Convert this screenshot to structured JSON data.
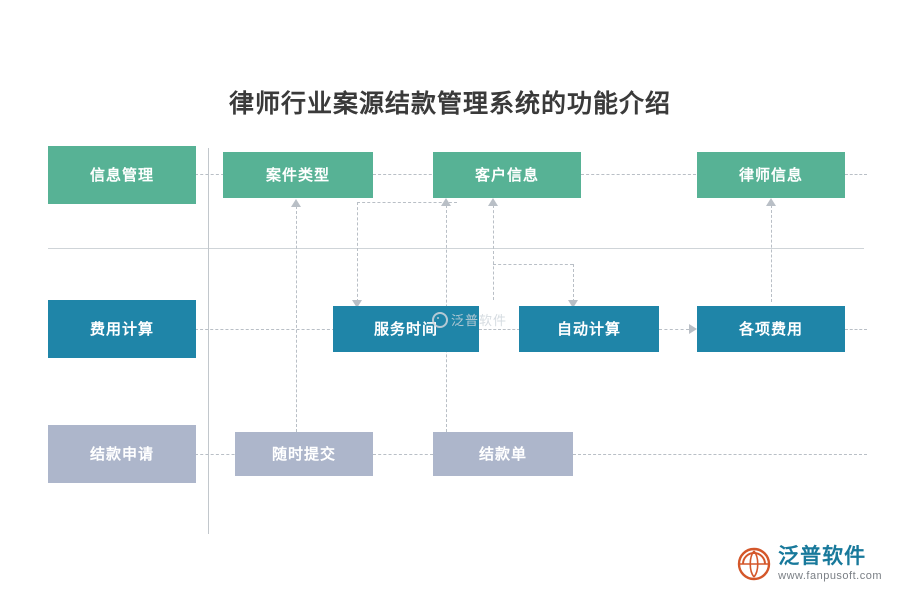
{
  "title": "律师行业案源结款管理系统的功能介绍",
  "diagram": {
    "type": "flowchart",
    "rows": [
      {
        "id": "row-information-management",
        "label_box": "信息管理",
        "color": "#57b295",
        "nodes": [
          "案件类型",
          "客户信息",
          "律师信息"
        ]
      },
      {
        "id": "row-fee-calculation",
        "label_box": "费用计算",
        "color": "#1f85a8",
        "nodes": [
          "服务时间",
          "自动计算",
          "各项费用"
        ]
      },
      {
        "id": "row-settlement-application",
        "label_box": "结款申请",
        "color": "#adb6cb",
        "nodes": [
          "随时提交",
          "结款单"
        ]
      }
    ],
    "nodes": {
      "info_manage": "信息管理",
      "case_type": "案件类型",
      "client_info": "客户信息",
      "lawyer_info": "律师信息",
      "fee_calc": "费用计算",
      "service_time": "服务时间",
      "auto_calc": "自动计算",
      "various_fees": "各项费用",
      "settle_apply": "结款申请",
      "submit_anytime": "随时提交",
      "settle_bill": "结款单"
    }
  },
  "watermarks": {
    "center": "泛普软件",
    "logo_cn": "泛普软件",
    "logo_en": "www.fanpusoft.com"
  }
}
